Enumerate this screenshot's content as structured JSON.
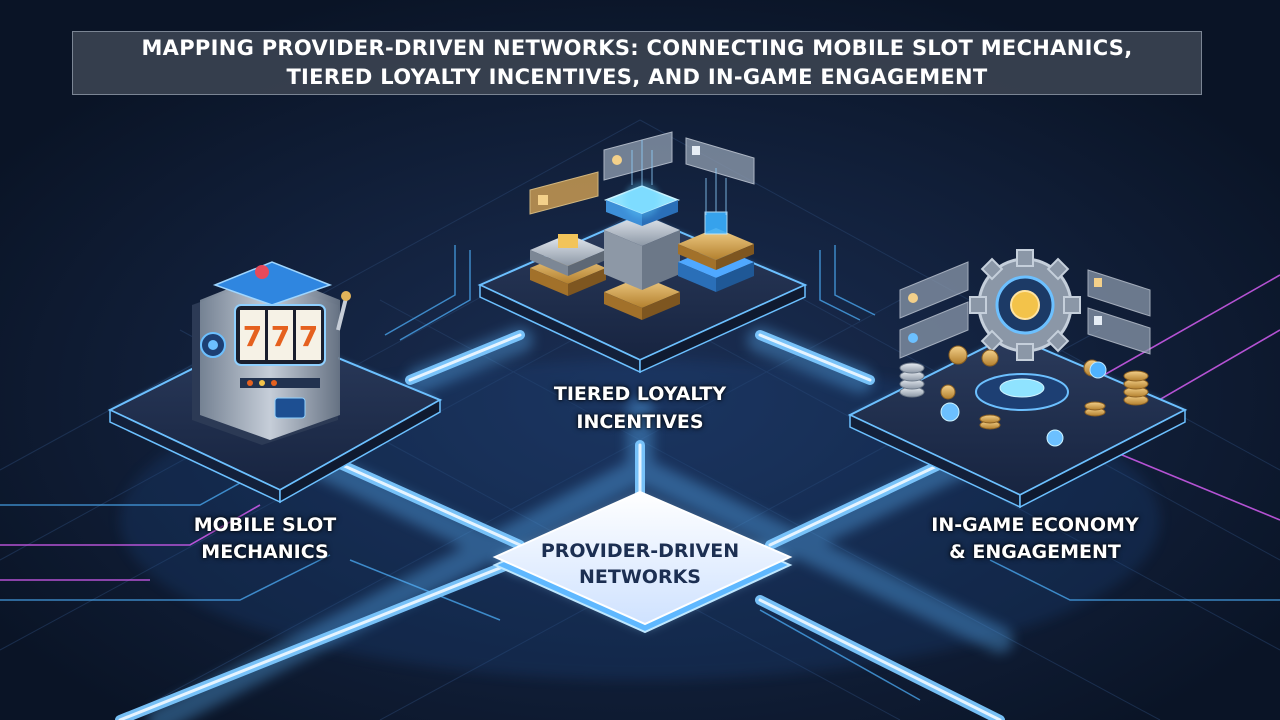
{
  "title": "MAPPING PROVIDER-DRIVEN NETWORKS: CONNECTING MOBILE SLOT MECHANICS,\nTIERED LOYALTY INCENTIVES, AND IN-GAME ENGAGEMENT",
  "nodes": {
    "center": "PROVIDER-DRIVEN\nNETWORKS",
    "slot": "MOBILE SLOT\nMECHANICS",
    "loyalty": "TIERED LOYALTY\nINCENTIVES",
    "economy": "IN-GAME ECONOMY\n& ENGAGEMENT"
  },
  "slot_reels": [
    "7",
    "7",
    "7"
  ],
  "colors": {
    "background": "#0b1528",
    "glow": "#5fb8ff",
    "accent_pink": "#d25cf0",
    "gold": "#e3b45a"
  }
}
